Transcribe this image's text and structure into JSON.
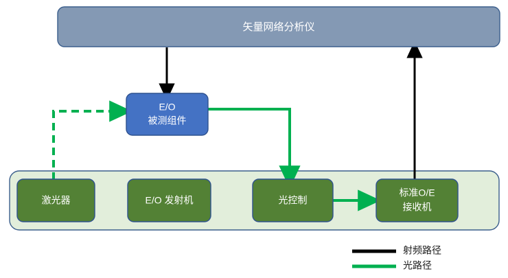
{
  "diagram": {
    "title_node": {
      "label": "矢量网络分析仪",
      "fill": "#8499b4",
      "stroke": "#3b5e8c"
    },
    "dut_node": {
      "line1": "E/O",
      "line2": "被测组件",
      "fill": "#4472c4",
      "stroke": "#2f528f"
    },
    "panel": {
      "fill": "#e2eedb",
      "stroke": "#3b5e8c"
    },
    "green_nodes": [
      {
        "id": "laser",
        "label": "激光器",
        "line1": "激光器",
        "line2": ""
      },
      {
        "id": "eo-transmitter",
        "label": "E/O 发射机",
        "line1": "E/O 发射机",
        "line2": ""
      },
      {
        "id": "optical-control",
        "label": "光控制",
        "line1": "光控制",
        "line2": ""
      },
      {
        "id": "standard-oe-receiver",
        "label": "标准O/E 接收机",
        "line1": "标准O/E",
        "line2": "接收机"
      }
    ],
    "green_node_style": {
      "fill": "#538135",
      "stroke": "#2f528f"
    },
    "paths": {
      "rf_color": "#000000",
      "optical_color": "#00b050"
    },
    "legend": {
      "items": [
        {
          "id": "rf-path",
          "label": "射频路径",
          "color": "#000000",
          "style": "solid"
        },
        {
          "id": "optical-path",
          "label": "光路径",
          "color": "#00b050",
          "style": "solid"
        }
      ]
    }
  }
}
